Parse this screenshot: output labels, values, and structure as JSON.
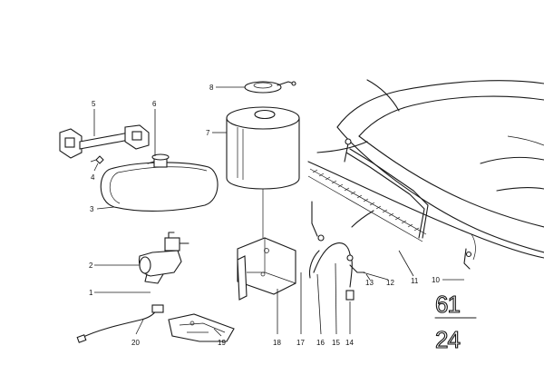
{
  "labels": {
    "p1": "1",
    "p2": "2",
    "p3": "3",
    "p4": "4",
    "p5": "5",
    "p6": "6",
    "p7": "7",
    "p8": "8",
    "p10": "10",
    "p11": "11",
    "p12": "12",
    "p13": "13",
    "p14": "14",
    "p15": "15",
    "p16": "16",
    "p17": "17",
    "p18": "18",
    "p19": "19",
    "p20": "20"
  },
  "group": {
    "main": "61",
    "sub": "24"
  }
}
